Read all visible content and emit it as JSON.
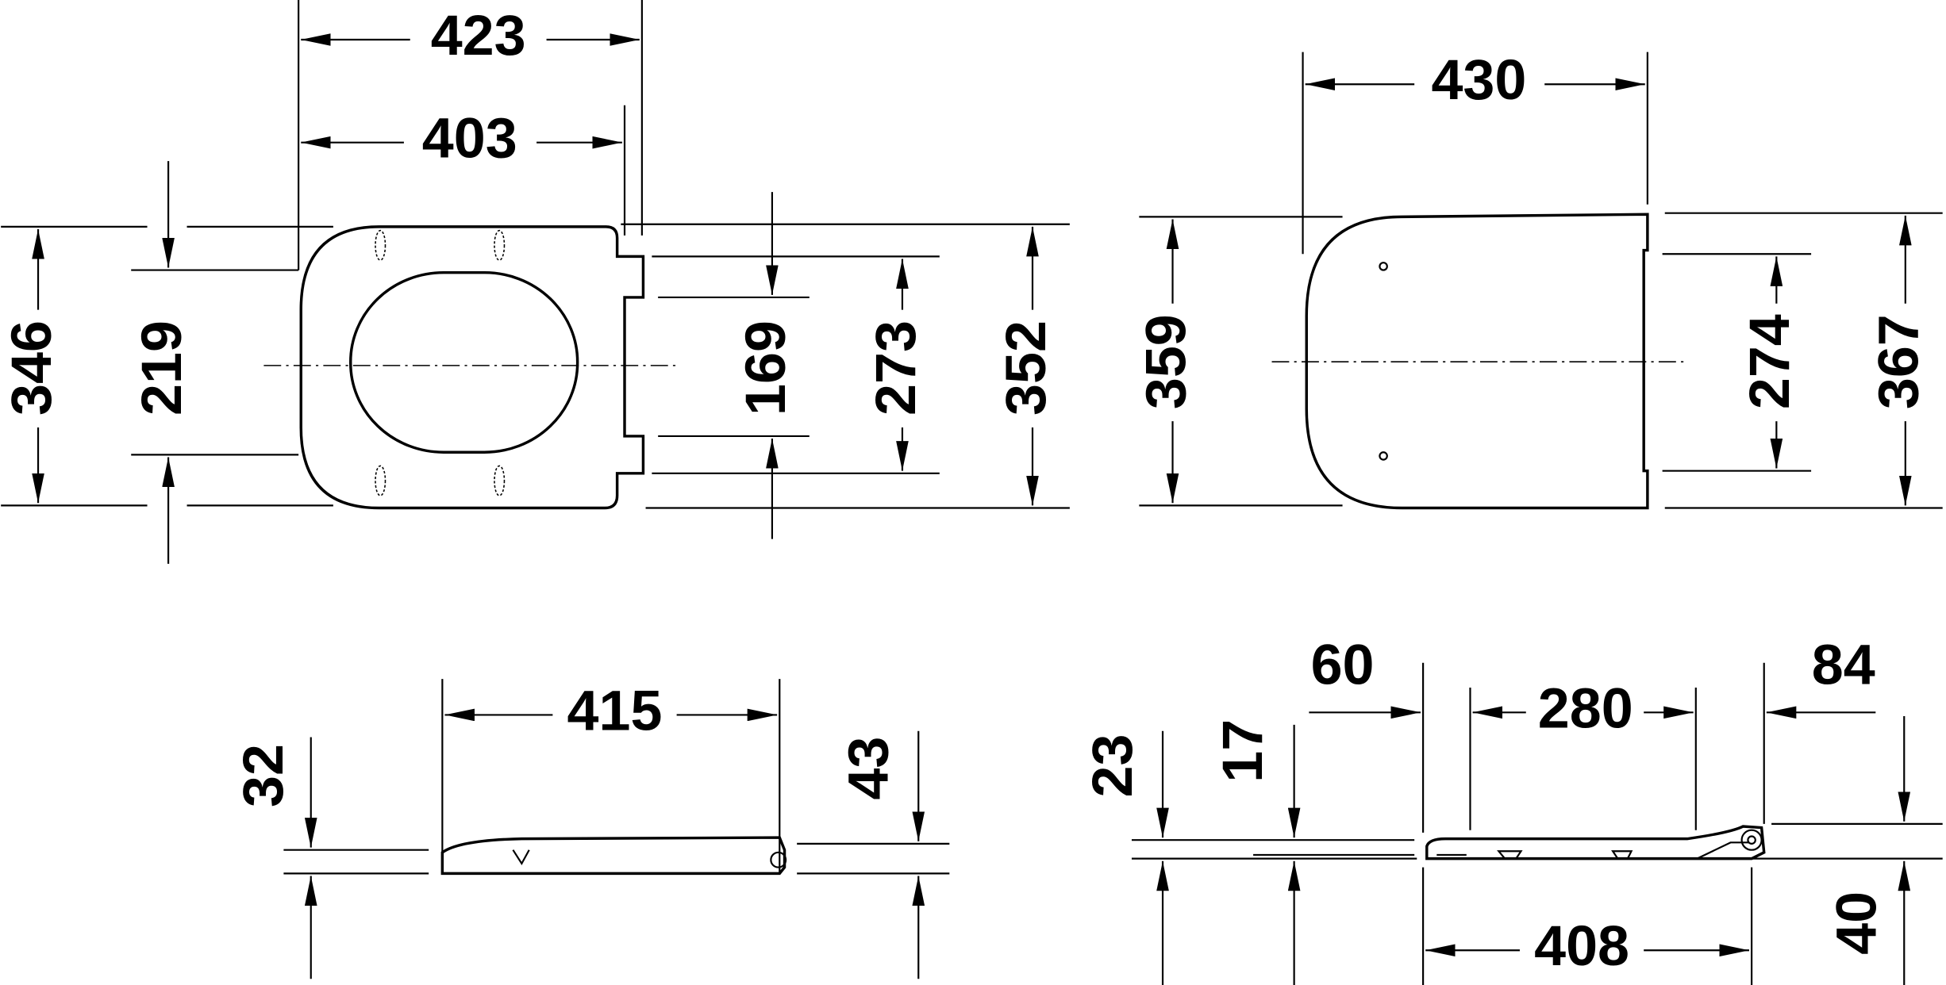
{
  "top_view_seat": {
    "width_outer": "423",
    "width_inner": "403",
    "depth_total": "346",
    "opening_depth": "219",
    "hinge_gap": "169",
    "hinge_span": "273",
    "depth_overall": "352"
  },
  "top_view_lid": {
    "width": "430",
    "depth_left": "359",
    "hinge_span": "274",
    "depth_overall": "367"
  },
  "side_view_seat": {
    "length": "415",
    "height_front": "32",
    "height_rear": "43"
  },
  "side_view_lid": {
    "offset_front": "60",
    "span": "280",
    "offset_rear": "84",
    "length": "408",
    "height_a": "23",
    "height_b": "17",
    "height_hinge": "40"
  }
}
